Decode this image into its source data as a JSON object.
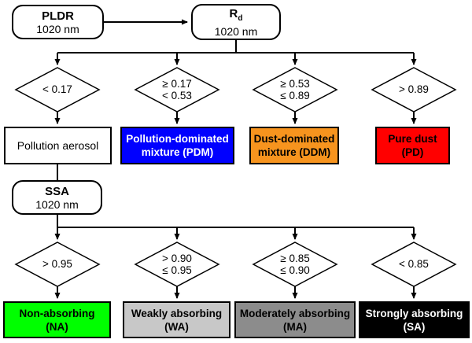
{
  "colors": {
    "line": "#000000",
    "node_fill": "#FFFFFF",
    "pollution_aerosol_bg": "#FFFFFF",
    "pollution_aerosol_fg": "#000000",
    "pdm_bg": "#0000FF",
    "pdm_fg": "#FFFFFF",
    "ddm_bg": "#F7941E",
    "ddm_fg": "#000000",
    "pd_bg": "#FF0000",
    "pd_fg": "#000000",
    "na_bg": "#00FF00",
    "na_fg": "#000000",
    "wa_bg": "#C8C8C8",
    "wa_fg": "#000000",
    "ma_bg": "#8C8C8C",
    "ma_fg": "#000000",
    "sa_bg": "#000000",
    "sa_fg": "#FFFFFF"
  },
  "start_nodes": {
    "pldr": {
      "title": "PLDR",
      "subtitle": "1020 nm"
    },
    "rd": {
      "title_main": "R",
      "title_sub": "d",
      "subtitle": "1020 nm"
    },
    "ssa": {
      "title": "SSA",
      "subtitle": "1020 nm"
    }
  },
  "tier1": {
    "diamonds": [
      {
        "line1": "< 0.17",
        "line2": ""
      },
      {
        "line1": "≥ 0.17",
        "line2": "< 0.53"
      },
      {
        "line1": "≥ 0.53",
        "line2": "≤ 0.89"
      },
      {
        "line1": "> 0.89",
        "line2": ""
      }
    ],
    "boxes": [
      {
        "line1": "Pollution aerosol",
        "line2": ""
      },
      {
        "line1": "Pollution-dominated",
        "line2": "mixture (PDM)"
      },
      {
        "line1": "Dust-dominated",
        "line2": "mixture (DDM)"
      },
      {
        "line1": "Pure dust",
        "line2": "(PD)"
      }
    ]
  },
  "tier2": {
    "diamonds": [
      {
        "line1": "> 0.95",
        "line2": ""
      },
      {
        "line1": "> 0.90",
        "line2": "≤ 0.95"
      },
      {
        "line1": "≥ 0.85",
        "line2": "≤ 0.90"
      },
      {
        "line1": "< 0.85",
        "line2": ""
      }
    ],
    "boxes": [
      {
        "line1": "Non-absorbing",
        "line2": "(NA)"
      },
      {
        "line1": "Weakly absorbing",
        "line2": "(WA)"
      },
      {
        "line1": "Moderately absorbing",
        "line2": "(MA)"
      },
      {
        "line1": "Strongly absorbing",
        "line2": "(SA)"
      }
    ]
  }
}
